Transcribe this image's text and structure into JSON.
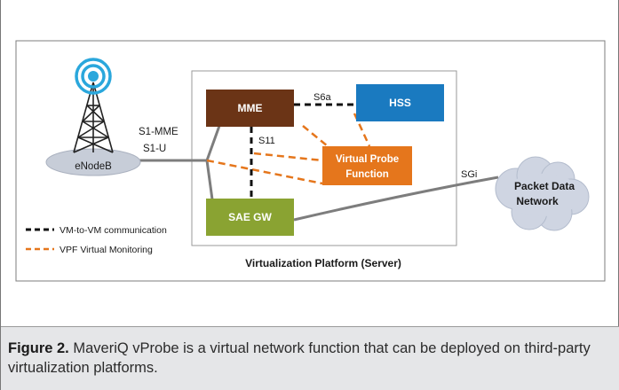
{
  "diagram": {
    "enodeb_label": "eNodeB",
    "s1_mme_label": "S1-MME",
    "s1_u_label": "S1-U",
    "mme_label": "MME",
    "hss_label": "HSS",
    "s6a_label": "S6a",
    "s11_label": "S11",
    "vpf_line1": "Virtual Probe",
    "vpf_line2": "Function",
    "saegw_label": "SAE GW",
    "sgi_label": "SGi",
    "pdn_line1": "Packet Data",
    "pdn_line2": "Network",
    "platform_label": "Virtualization Platform (Server)",
    "legend": {
      "vm_to_vm": "VM-to-VM communication",
      "vpf_monitoring": "VPF Virtual Monitoring"
    }
  },
  "caption": {
    "label": "Figure 2.",
    "text": " MaveriQ vProbe is a virtual network function that can be deployed on third-party virtualization platforms."
  },
  "colors": {
    "mme": "#6b3416",
    "hss": "#1a7ac0",
    "vpf": "#e5761c",
    "saegw": "#8aa332",
    "cloud": "#cfd5e2",
    "antenna": "#2aa7dc",
    "caption_bg": "#e5e6e8"
  }
}
